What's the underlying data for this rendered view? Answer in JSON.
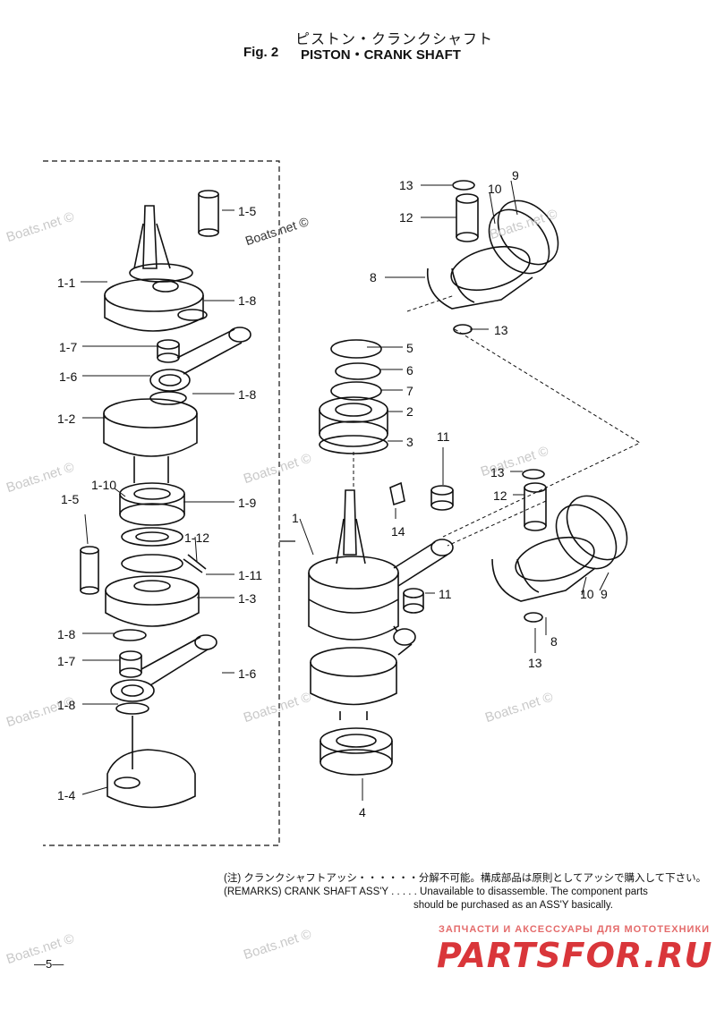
{
  "header": {
    "title_jp": "ピストン・クランクシャフト",
    "fig_label": "Fig. 2",
    "title_en": "PISTON・CRANK SHAFT"
  },
  "watermarks": {
    "boats_net": "Boats.net ©"
  },
  "part_labels": [
    "1-5",
    "1-1",
    "1-8",
    "1-7",
    "1-6",
    "1-8",
    "1-2",
    "1-10",
    "1-5",
    "1-9",
    "1-12",
    "1-11",
    "1-3",
    "1-8",
    "1-7",
    "1-6",
    "1-8",
    "1-4",
    "13",
    "12",
    "10",
    "9",
    "8",
    "13",
    "5",
    "6",
    "7",
    "2",
    "3",
    "11",
    "1",
    "14",
    "13",
    "12",
    "11",
    "10",
    "9",
    "8",
    "13",
    "4"
  ],
  "remarks": {
    "jp": "(注) クランクシャフトアッシ・・・・・・分解不可能。構成部品は原則としてアッシで購入して下さい。",
    "en_line1": "(REMARKS) CRANK SHAFT ASS'Y . . . . . Unavailable to disassemble. The component parts",
    "en_line2": "should be purchased as an ASS'Y basically."
  },
  "shop": {
    "tagline": "ЗАПЧАСТИ И АКСЕССУАРЫ ДЛЯ МОТОТЕХНИКИ",
    "logo": "PARTSFOR.RU"
  },
  "page_number": "—5—",
  "colors": {
    "ink": "#111111",
    "watermark": "#c9c9c9",
    "logo_red": "#d9363a"
  }
}
